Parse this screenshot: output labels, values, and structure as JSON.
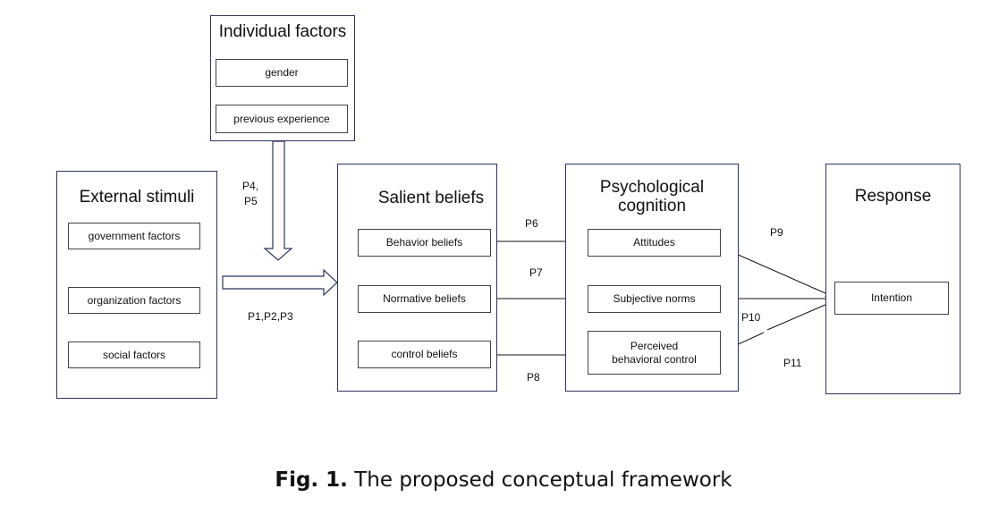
{
  "groups": {
    "individual": {
      "title": "Individual factors",
      "items": [
        "gender",
        "previous experience"
      ]
    },
    "external": {
      "title": "External stimuli",
      "items": [
        "government factors",
        "organization factors",
        "social factors"
      ]
    },
    "salient": {
      "title": "Salient beliefs",
      "items": [
        "Behavior beliefs",
        "Normative beliefs",
        "control beliefs"
      ]
    },
    "cognition": {
      "title_line1": "Psychological",
      "title_line2": "cognition",
      "items": [
        "Attitudes",
        "Subjective norms",
        "Perceived behavioral control"
      ]
    },
    "response": {
      "title": "Response",
      "items": [
        "Intention"
      ]
    }
  },
  "propositions": {
    "p45_line1": "P4,",
    "p45_line2": "P5",
    "p123": "P1,P2,P3",
    "p6": "P6",
    "p7": "P7",
    "p8": "P8",
    "p9": "P9",
    "p10": "P10",
    "p11": "P11"
  },
  "caption": {
    "label": "Fig. 1.",
    "text": " The proposed conceptual framework"
  }
}
